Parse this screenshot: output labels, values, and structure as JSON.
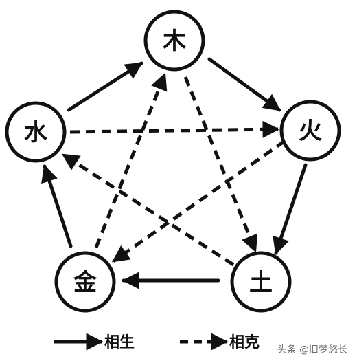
{
  "diagram": {
    "nodes": {
      "wood": "木",
      "fire": "火",
      "earth": "土",
      "metal": "金",
      "water": "水"
    },
    "legend": {
      "generating": "相生",
      "overcoming": "相克"
    },
    "ink_color": "#111111"
  },
  "watermark": "头条 @旧梦悠长"
}
